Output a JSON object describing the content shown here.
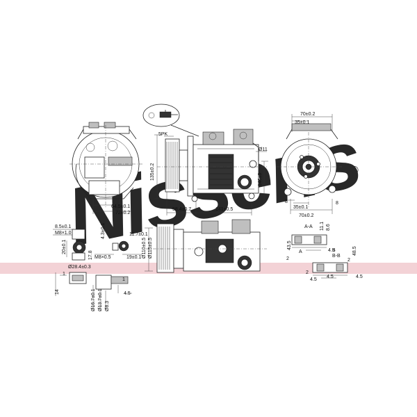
{
  "watermark": {
    "brand_text": "Nissens",
    "registered_mark": "®",
    "color": "#c9d9ec"
  },
  "band_color": "#f3d2d6",
  "dimensions": {
    "belt_type": "5PK",
    "front_height": "135±0.2",
    "side_height": "146±0",
    "bolt_dia": "Ø11",
    "len_58": "58.4±0.7",
    "len_141": "141±0.5",
    "left_64": "64.5±0.1",
    "left_72": "72±0.2",
    "right_70_top": "70±0.2",
    "right_35_top": "35±0.1",
    "right_35_bottom": "35±0.1",
    "right_70_bottom": "70±0.2",
    "right_8a": "8",
    "right_8b": "8",
    "aa_label": "A-A",
    "bb_label": "B-B",
    "a_mark": "A",
    "b_mark": "B",
    "sec_48": "48.5",
    "sec_4_5a": "4.5",
    "sec_4_5b": "4.5",
    "sec_4_5c": "4.5",
    "sec_4_5d": "4.5",
    "sec_2a": "2",
    "sec_2b": "2",
    "sec_2c": "2",
    "sec_11_1": "11.1",
    "sec_8_6": "8.6",
    "sec_43_5": "43.5",
    "fit_8_5": "8.5±0.1",
    "fit_m8": "M8×1.0",
    "fit_20": "20±0.1",
    "fit_17": "17.8",
    "fit_m8b": "M8×0.5",
    "fit_4_3": "4.3±0.1",
    "fit_11_7": "11.7±0.1",
    "fit_19": "19±0.1",
    "fit_28": "Ø28.4±0.3",
    "fit_16": "Ø16.7±0.1",
    "fit_13": "Ø13.7±0.1",
    "fit_8_3": "Ø8.3",
    "fit_14": "14",
    "fit_1": "1",
    "fit_4_5": "4.5",
    "pulley_dia": "Ø115±0.5",
    "pulley_inner": "Ø110±0.5",
    "pin_d": "1"
  }
}
